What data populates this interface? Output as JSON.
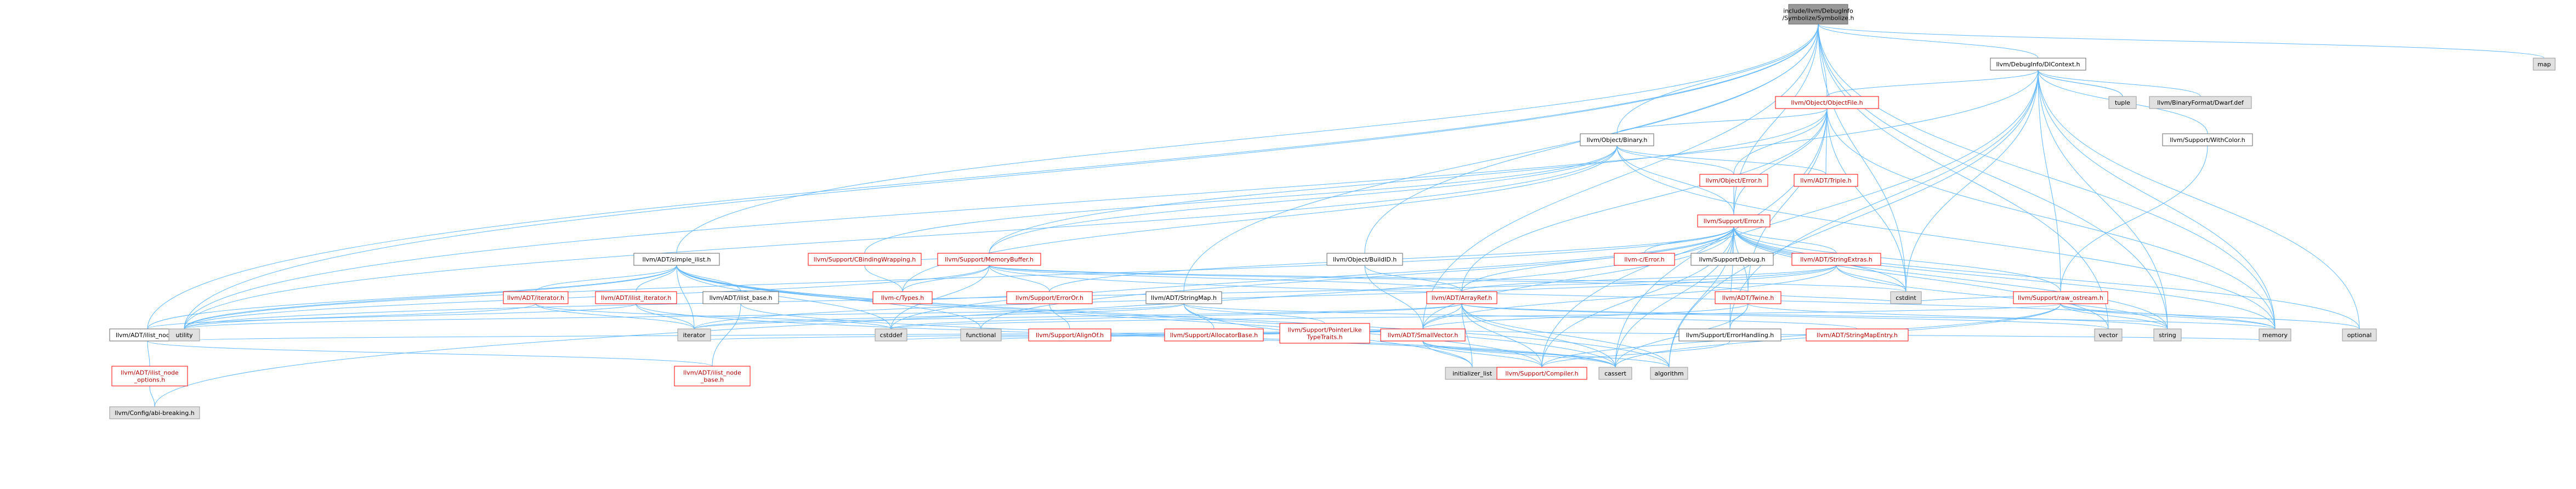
{
  "graph": {
    "root": "include/llvm/DebugInfo/Symbolize/Symbolize.h",
    "colors": {
      "edge": "#63b8ff",
      "root_fill": "#999999",
      "red_border": "#ff0000",
      "red_text": "#b00000",
      "gray_fill": "#e0e0e0"
    },
    "nodes": [
      {
        "id": "root",
        "lines": [
          "include/llvm/DebugInfo",
          "/Symbolize/Symbolize.h"
        ],
        "style": "root"
      },
      {
        "id": "dicontext",
        "lines": [
          "llvm/DebugInfo/DIContext.h"
        ],
        "style": "white"
      },
      {
        "id": "map",
        "lines": [
          "map"
        ],
        "style": "gray"
      },
      {
        "id": "objectfile",
        "lines": [
          "llvm/Object/ObjectFile.h"
        ],
        "style": "red"
      },
      {
        "id": "tuple",
        "lines": [
          "tuple"
        ],
        "style": "gray"
      },
      {
        "id": "dwarfdef",
        "lines": [
          "llvm/BinaryFormat/Dwarf.def"
        ],
        "style": "gray"
      },
      {
        "id": "withcolor",
        "lines": [
          "llvm/Support/WithColor.h"
        ],
        "style": "white"
      },
      {
        "id": "binary",
        "lines": [
          "llvm/Object/Binary.h"
        ],
        "style": "white"
      },
      {
        "id": "objerror",
        "lines": [
          "llvm/Object/Error.h"
        ],
        "style": "red"
      },
      {
        "id": "triple",
        "lines": [
          "llvm/ADT/Triple.h"
        ],
        "style": "red"
      },
      {
        "id": "supporterror",
        "lines": [
          "llvm/Support/Error.h"
        ],
        "style": "red"
      },
      {
        "id": "simplelist",
        "lines": [
          "llvm/ADT/simple_ilist.h"
        ],
        "style": "white"
      },
      {
        "id": "cbinding",
        "lines": [
          "llvm/Support/CBindingWrapping.h"
        ],
        "style": "red"
      },
      {
        "id": "memorybuffer",
        "lines": [
          "llvm/Support/MemoryBuffer.h"
        ],
        "style": "red"
      },
      {
        "id": "buildid",
        "lines": [
          "llvm/Object/BuildID.h"
        ],
        "style": "white"
      },
      {
        "id": "stringmap",
        "lines": [
          "llvm/ADT/StringMap.h"
        ],
        "style": "white"
      },
      {
        "id": "errorOr",
        "lines": [
          "llvm/Support/ErrorOr.h"
        ],
        "style": "red"
      },
      {
        "id": "cerror",
        "lines": [
          "llvm-c/Error.h"
        ],
        "style": "red"
      },
      {
        "id": "debug",
        "lines": [
          "llvm/Support/Debug.h"
        ],
        "style": "white"
      },
      {
        "id": "stringextras",
        "lines": [
          "llvm/ADT/StringExtras.h"
        ],
        "style": "red"
      },
      {
        "id": "arrayref",
        "lines": [
          "llvm/ADT/ArrayRef.h"
        ],
        "style": "red"
      },
      {
        "id": "twine",
        "lines": [
          "llvm/ADT/Twine.h"
        ],
        "style": "red"
      },
      {
        "id": "rawostream",
        "lines": [
          "llvm/Support/raw_ostream.h"
        ],
        "style": "red"
      },
      {
        "id": "iterator",
        "lines": [
          "llvm/ADT/iterator.h"
        ],
        "style": "red"
      },
      {
        "id": "ilistiter",
        "lines": [
          "llvm/ADT/ilist_iterator.h"
        ],
        "style": "red"
      },
      {
        "id": "ilistbase",
        "lines": [
          "llvm/ADT/ilist_base.h"
        ],
        "style": "white"
      },
      {
        "id": "ctypes",
        "lines": [
          "llvm-c/Types.h"
        ],
        "style": "red"
      },
      {
        "id": "alignof",
        "lines": [
          "llvm/Support/AlignOf.h"
        ],
        "style": "red"
      },
      {
        "id": "allocbase",
        "lines": [
          "llvm/Support/AllocatorBase.h"
        ],
        "style": "red"
      },
      {
        "id": "ptrlike",
        "lines": [
          "llvm/Support/PointerLike",
          "TypeTraits.h"
        ],
        "style": "red"
      },
      {
        "id": "smallvector",
        "lines": [
          "llvm/ADT/SmallVector.h"
        ],
        "style": "red"
      },
      {
        "id": "errhandling",
        "lines": [
          "llvm/Support/ErrorHandling.h"
        ],
        "style": "white"
      },
      {
        "id": "stringmapentry",
        "lines": [
          "llvm/ADT/StringMapEntry.h"
        ],
        "style": "red"
      },
      {
        "id": "cstdint",
        "lines": [
          "cstdint"
        ],
        "style": "gray"
      },
      {
        "id": "vector",
        "lines": [
          "vector"
        ],
        "style": "gray"
      },
      {
        "id": "string",
        "lines": [
          "string"
        ],
        "style": "gray"
      },
      {
        "id": "memory",
        "lines": [
          "memory"
        ],
        "style": "gray"
      },
      {
        "id": "optional",
        "lines": [
          "optional"
        ],
        "style": "gray"
      },
      {
        "id": "ilistnode",
        "lines": [
          "llvm/ADT/ilist_node.h"
        ],
        "style": "white"
      },
      {
        "id": "utility",
        "lines": [
          "utility"
        ],
        "style": "gray"
      },
      {
        "id": "iteratorstd",
        "lines": [
          "iterator"
        ],
        "style": "gray"
      },
      {
        "id": "cstddef",
        "lines": [
          "cstddef"
        ],
        "style": "gray"
      },
      {
        "id": "functional",
        "lines": [
          "functional"
        ],
        "style": "gray"
      },
      {
        "id": "initlist",
        "lines": [
          "initializer_list"
        ],
        "style": "gray"
      },
      {
        "id": "compiler",
        "lines": [
          "llvm/Support/Compiler.h"
        ],
        "style": "red"
      },
      {
        "id": "cassert",
        "lines": [
          "cassert"
        ],
        "style": "gray"
      },
      {
        "id": "algorithm",
        "lines": [
          "algorithm"
        ],
        "style": "gray"
      },
      {
        "id": "ilistnodeopts",
        "lines": [
          "llvm/ADT/ilist_node",
          "_options.h"
        ],
        "style": "red"
      },
      {
        "id": "ilistnodebase",
        "lines": [
          "llvm/ADT/ilist_node",
          "_base.h"
        ],
        "style": "red"
      },
      {
        "id": "abibreaking",
        "lines": [
          "llvm/Config/abi-breaking.h"
        ],
        "style": "gray"
      }
    ]
  }
}
